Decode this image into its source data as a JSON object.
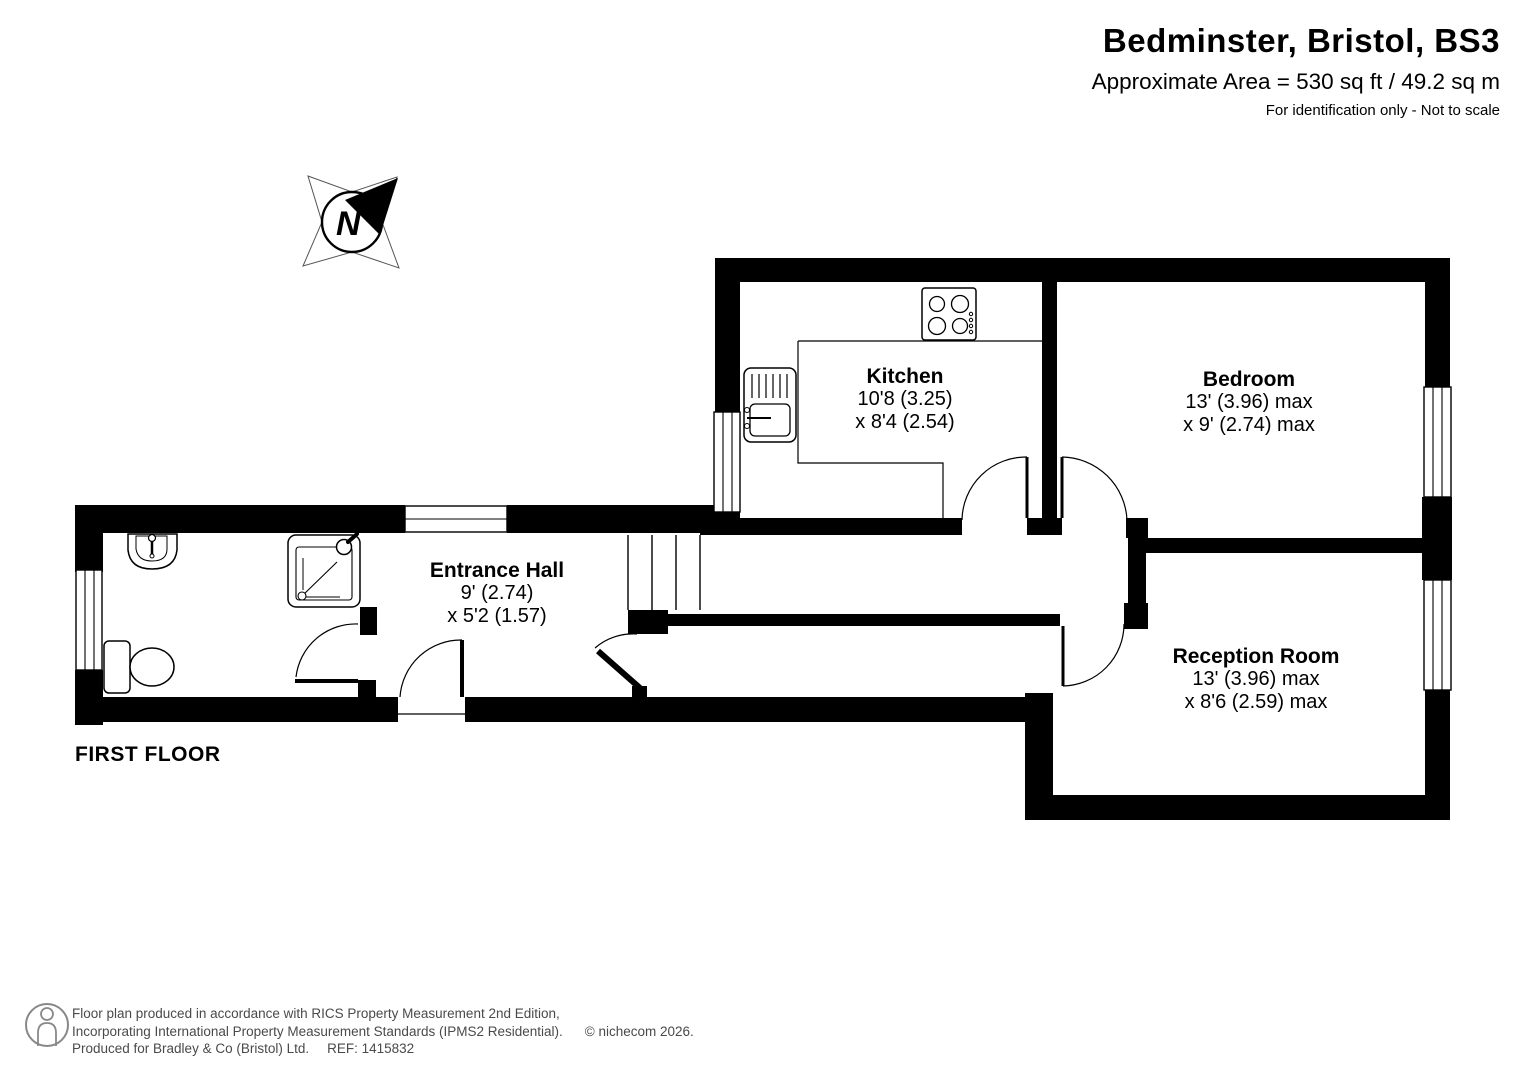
{
  "header": {
    "title": "Bedminster, Bristol, BS3",
    "area_line": "Approximate Area = 530 sq ft / 49.2 sq m",
    "disclaimer": "For identification only - Not to scale"
  },
  "compass": {
    "letter": "N"
  },
  "floor_label": "FIRST FLOOR",
  "rooms": {
    "kitchen": {
      "name": "Kitchen",
      "dim1": "10'8 (3.25)",
      "dim2": "x 8'4 (2.54)"
    },
    "bedroom": {
      "name": "Bedroom",
      "dim1": "13' (3.96) max",
      "dim2": "x 9' (2.74) max"
    },
    "entrance_hall": {
      "name": "Entrance Hall",
      "dim1": "9' (2.74)",
      "dim2": "x 5'2 (1.57)"
    },
    "reception": {
      "name": "Reception Room",
      "dim1": "13' (3.96) max",
      "dim2": "x 8'6 (2.59) max"
    }
  },
  "footer": {
    "line1": "Floor plan produced in accordance with RICS Property Measurement 2nd Edition,",
    "line2": "Incorporating International Property Measurement Standards (IPMS2 Residential).",
    "copyright": "© nichecom 2026.",
    "line3": "Produced for Bradley & Co (Bristol) Ltd.",
    "ref": "REF:  1415832"
  },
  "colors": {
    "wall": "#000000",
    "footer_text": "#4a4a4a"
  }
}
